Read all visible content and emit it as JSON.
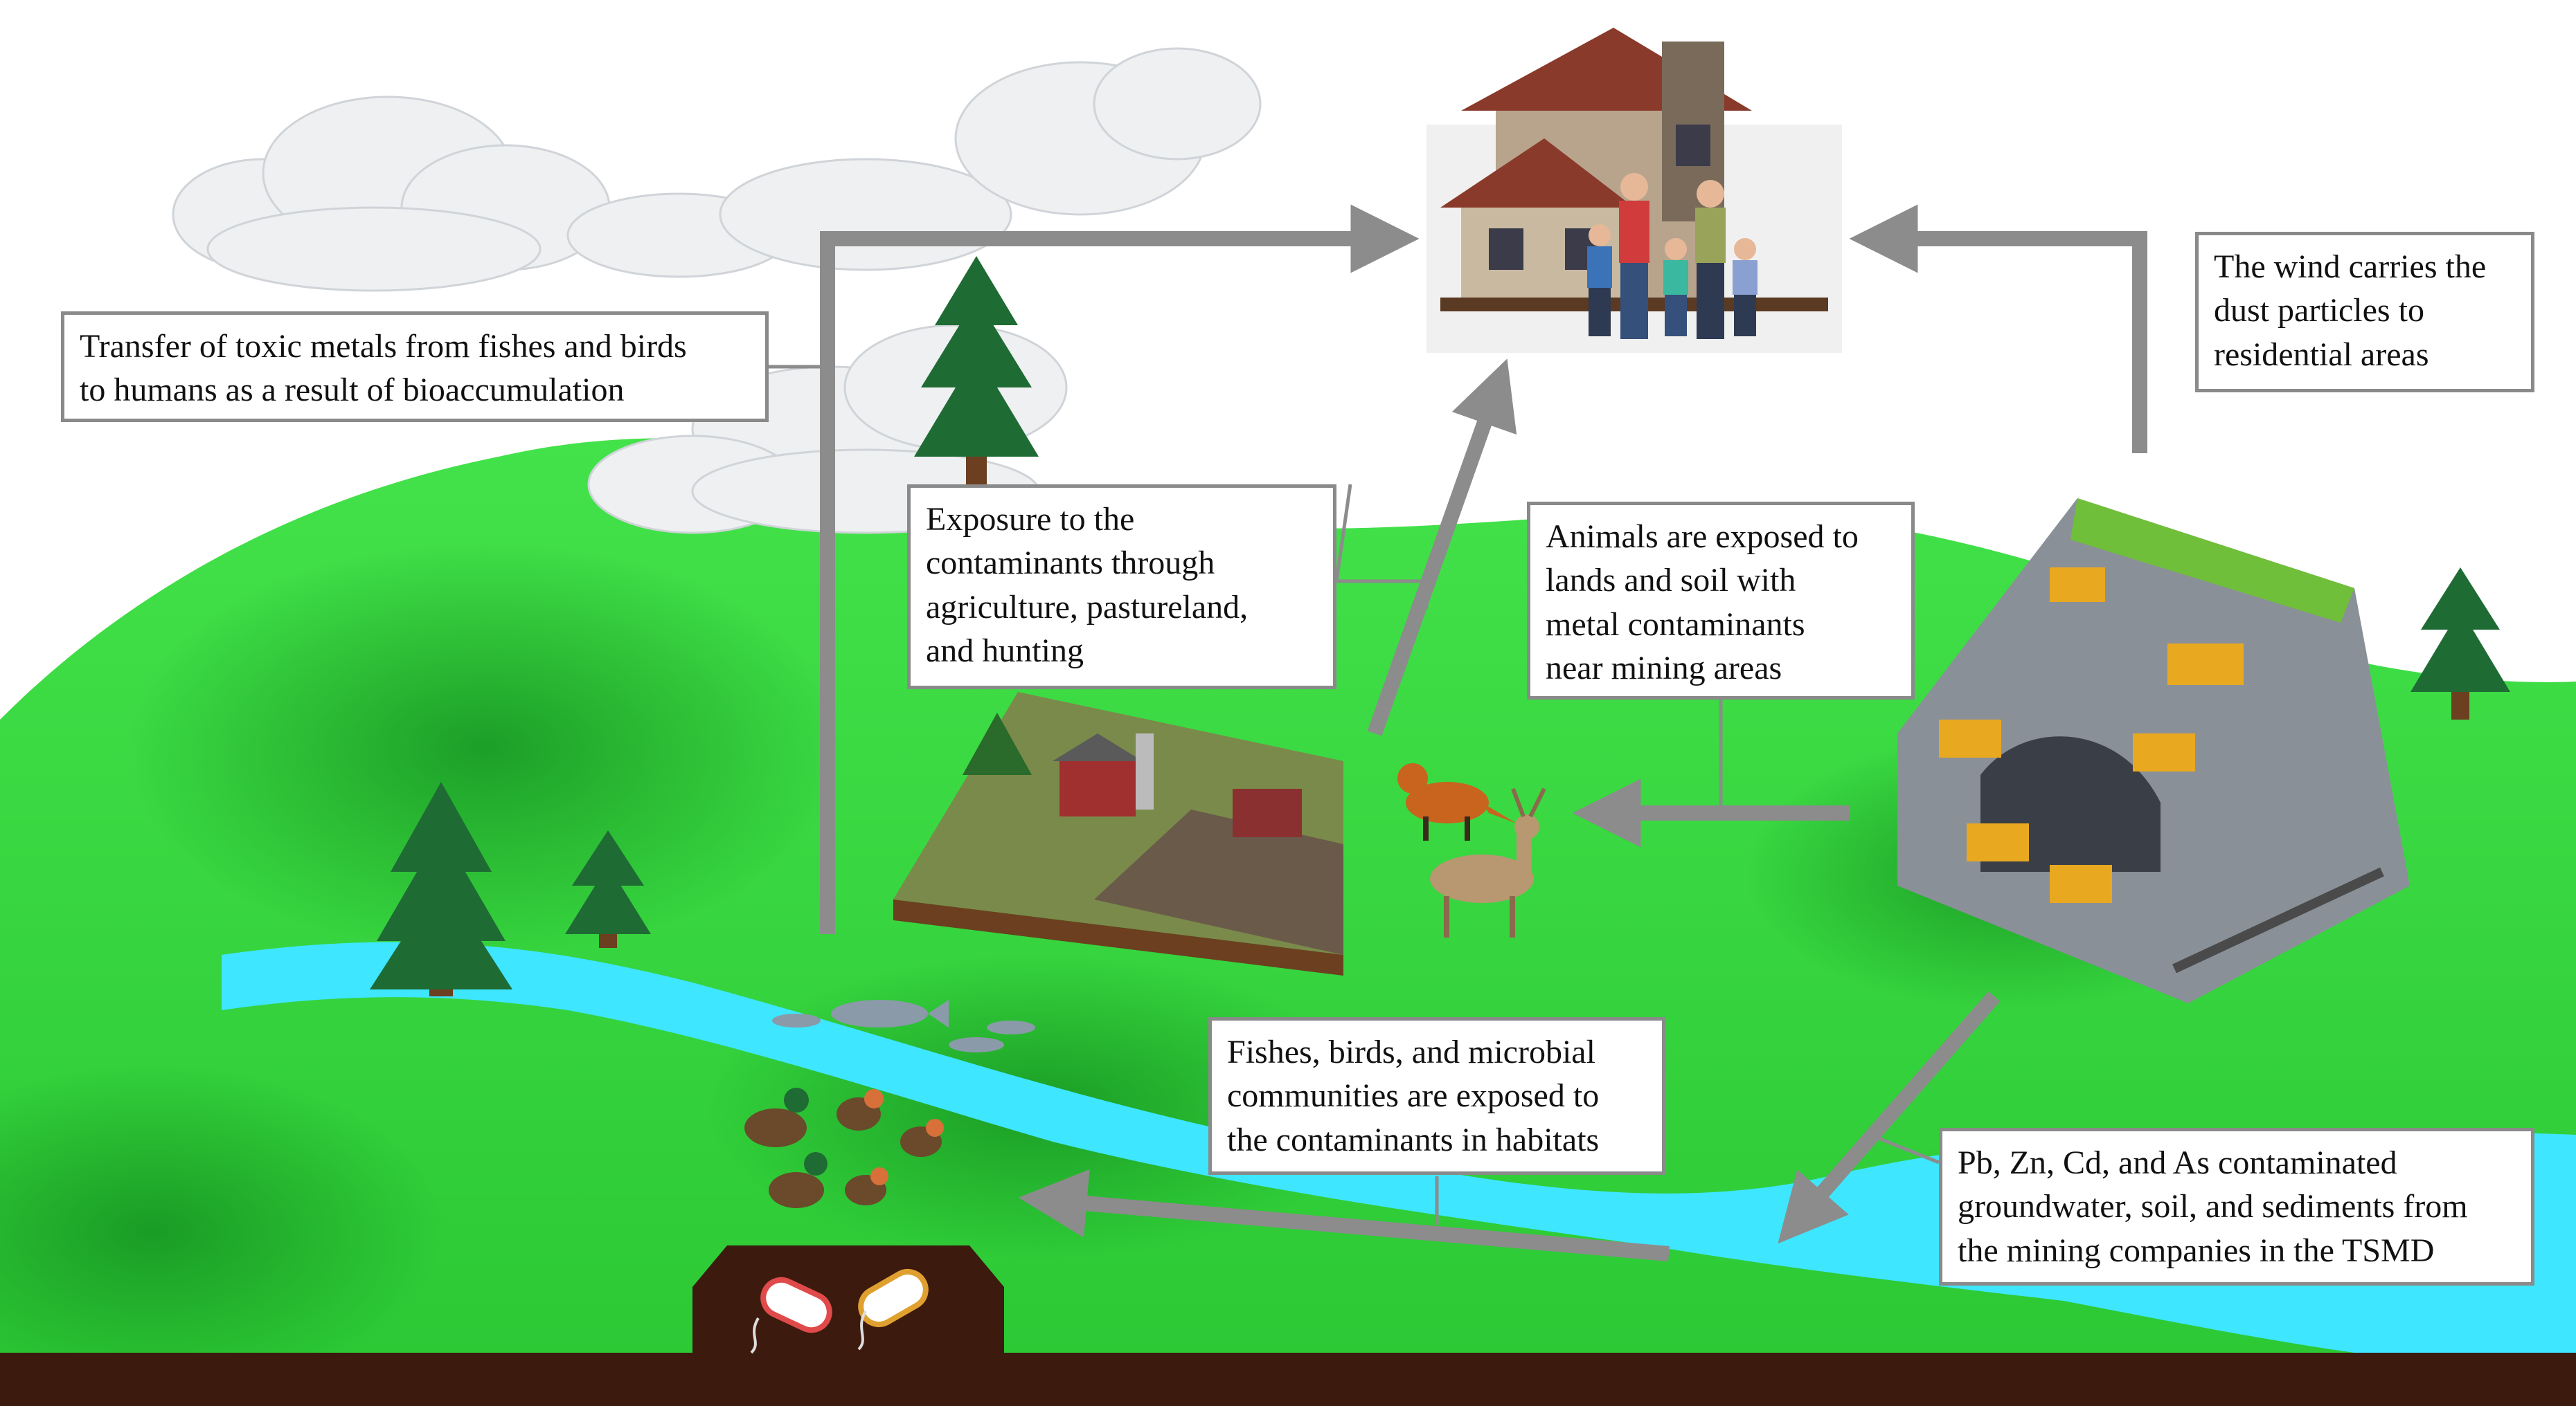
{
  "colors": {
    "grass": "#35d63a",
    "grass_dark": "#1a9a24",
    "water": "#3ee6ff",
    "soil": "#3d1a0e",
    "arrow": "#8c8c8c",
    "tree": "#1f6b34",
    "box_border": "#8a8a8a"
  },
  "icons": [
    "house-icon",
    "family-icon",
    "cloud-icon",
    "tree-icon",
    "farm-icon",
    "fox-icon",
    "deer-icon",
    "mine-icon",
    "fish-icon",
    "duck-icon",
    "bird-icon",
    "bacteria-icon"
  ],
  "labels": {
    "bioaccumulation": [
      "Transfer of toxic metals from fishes and birds",
      "to humans as a result of bioaccumulation"
    ],
    "wind": [
      "The wind carries the",
      "dust particles to",
      "residential areas"
    ],
    "agriculture": [
      "Exposure to the",
      "contaminants through",
      "agriculture, pastureland,",
      "and hunting"
    ],
    "animals": [
      "Animals are exposed to",
      "lands and soil with",
      "metal contaminants",
      "near mining areas"
    ],
    "habitats": [
      "Fishes, birds, and microbial",
      "communities are exposed to",
      "the contaminants in habitats"
    ],
    "groundwater": [
      "Pb, Zn, Cd, and As contaminated",
      "groundwater, soil, and sediments from",
      "the mining companies in the TSMD"
    ]
  }
}
